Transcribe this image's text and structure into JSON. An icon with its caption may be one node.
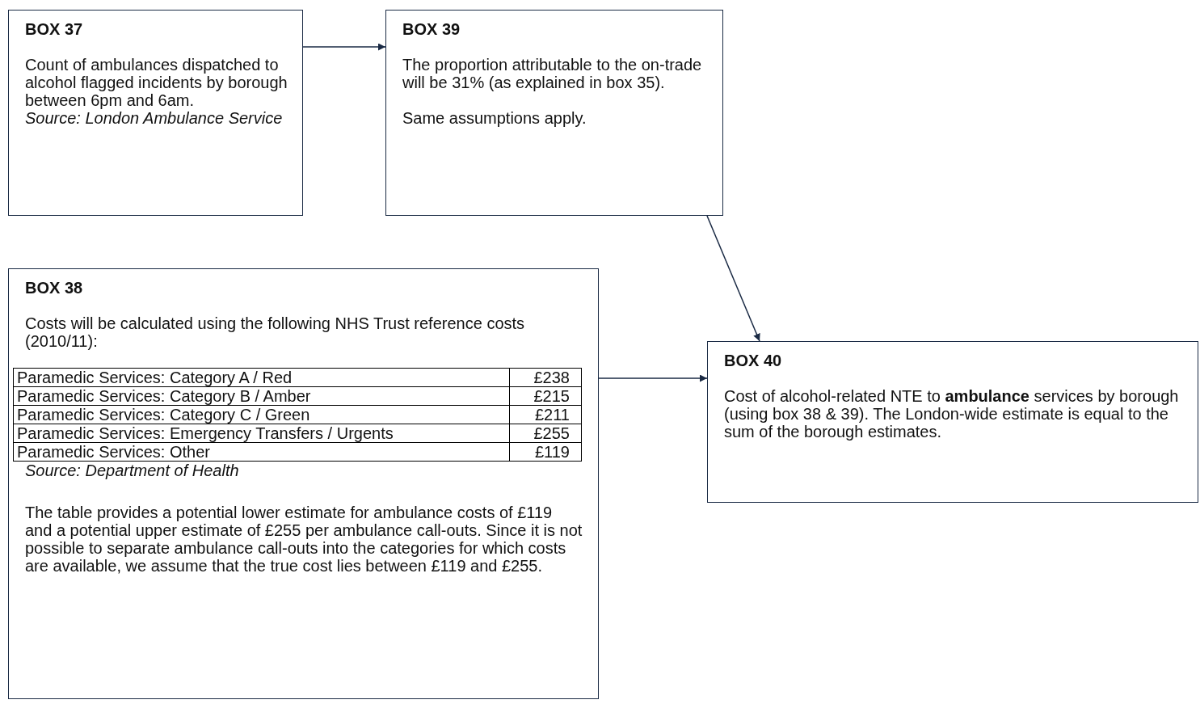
{
  "diagram": {
    "nodes": [
      {
        "text": [
          "BOX 37",
          "Count of ambulances dispatched to alcohol flagged incidents by borough between 6pm and 6am.",
          "Source: London Ambulance Service"
        ]
      },
      {
        "text": [
          "BOX 39",
          "The proportion attributable to the on-trade will be 31% (as explained in box 35).",
          "Same assumptions apply."
        ]
      },
      {
        "text": [
          "BOX 38",
          "Costs will be calculated using the following NHS Trust reference costs (2010/11):",
          "Source: Department of Health",
          "The table provides a potential lower estimate for ambulance costs of £119 and a potential upper estimate of £255 per ambulance call-outs. Since it is not possible to separate ambulance call-outs into the categories for which costs are available, we assume that the true cost lies between £119 and £255."
        ]
      },
      {
        "text": [
          "BOX 40",
          "Cost of alcohol-related NTE to **ambulance** services by borough (using box 38 & 39). The London-wide estimate is equal to the sum of the borough estimates."
        ]
      }
    ],
    "edges": [
      {
        "from": 0,
        "to": 1,
        "arrow": "to"
      },
      {
        "from": 1,
        "to": 3,
        "arrow": "to"
      },
      {
        "from": 2,
        "to": 3,
        "arrow": "to"
      }
    ],
    "labels": [
      "Paramedic Services: Category A / Red",
      "£238",
      "Paramedic Services: Category B / Amber",
      "£215",
      "Paramedic Services: Category C / Green",
      "£211",
      "Paramedic Services: Emergency Transfers / Urgents",
      "£255",
      "Paramedic Services: Other",
      "£119"
    ]
  }
}
